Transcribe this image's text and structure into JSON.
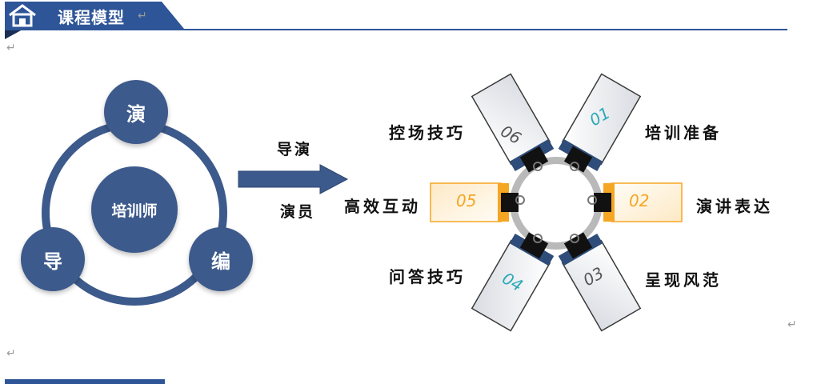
{
  "header": {
    "title": "课程模型"
  },
  "cycle": {
    "center": "培训师",
    "top": "演",
    "left": "导",
    "right": "编"
  },
  "arrow": {
    "top_label": "导演",
    "bottom_label": "演员"
  },
  "cards": [
    {
      "number": "01",
      "label": "培训准备"
    },
    {
      "number": "02",
      "label": "演讲表达"
    },
    {
      "number": "03",
      "label": "呈现风范"
    },
    {
      "number": "04",
      "label": "问答技巧"
    },
    {
      "number": "05",
      "label": "高效互动"
    },
    {
      "number": "06",
      "label": "控场技巧"
    }
  ],
  "colors": {
    "header": "#2e5598",
    "cycle": "#3d5a8c",
    "card_dark": "#2f4d7a",
    "card_orange": "#f5a623",
    "number_teal": "#2aa8b8",
    "number_orange": "#f5a623",
    "number_gray": "#555555"
  }
}
